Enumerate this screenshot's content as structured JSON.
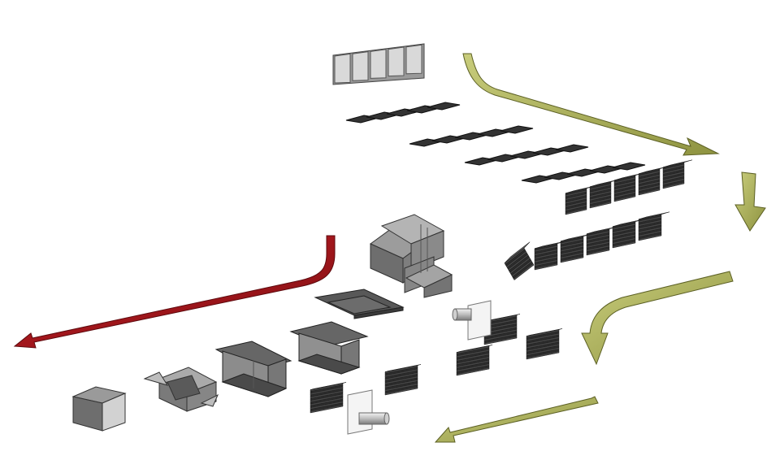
{
  "diagram": {
    "background": "#ffffff",
    "colors": {
      "arrow_return": "#a4161c",
      "arrow_return_edge": "#5e0a0e",
      "arrow_supply": "#a8ad56",
      "arrow_supply_edge": "#5c6024",
      "stack_dark": "#3a3a3a",
      "stack_mid": "#555555",
      "module_light": "#8c8c8c",
      "module_mid": "#6e6e6e",
      "module_dark": "#4e4e4e"
    },
    "components": {
      "filter_panel": "filter-frames",
      "flat_sheet_rows": 4,
      "coil_stack_rows": 2,
      "coil_stacks_per_row": 5
    }
  }
}
